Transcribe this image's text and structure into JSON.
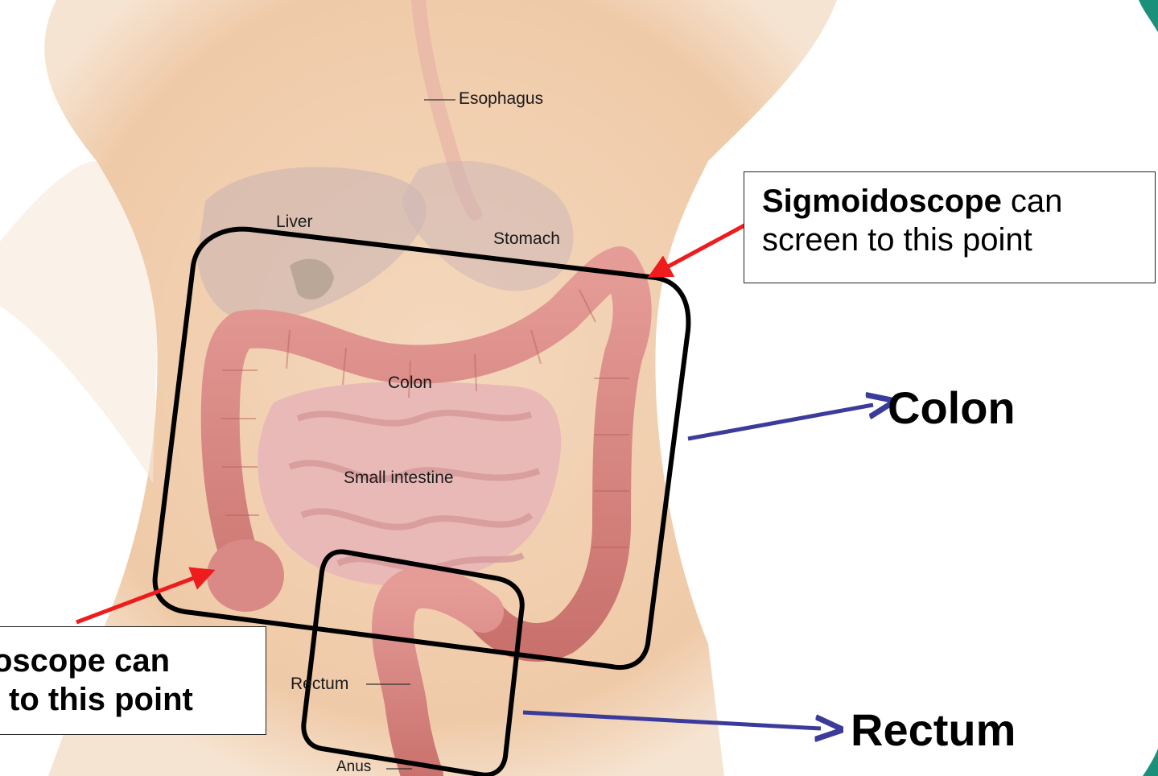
{
  "anatomy": {
    "esophagus": "Esophagus",
    "liver": "Liver",
    "stomach": "Stomach",
    "colon": "Colon",
    "small_intestine": "Small intestine",
    "rectum": "Rectum",
    "anus": "Anus"
  },
  "annotations": {
    "sigmoidoscope_title": "Sigmoidoscope",
    "sigmoidoscope_rest": " can",
    "sigmoidoscope_line2": "screen to this point",
    "colonoscope_line1": "oscope can",
    "colonoscope_line2": "to this point",
    "colon_big": "Colon",
    "rectum_big": "Rectum"
  },
  "colors": {
    "skin": "#f1d2b4",
    "colon": "#d98a86",
    "small_intestine": "#e9b9b8",
    "red_arrow": "#ee1c1c",
    "blue_arrow": "#3a3b9a",
    "teal_accent": "#1a8f7a"
  }
}
